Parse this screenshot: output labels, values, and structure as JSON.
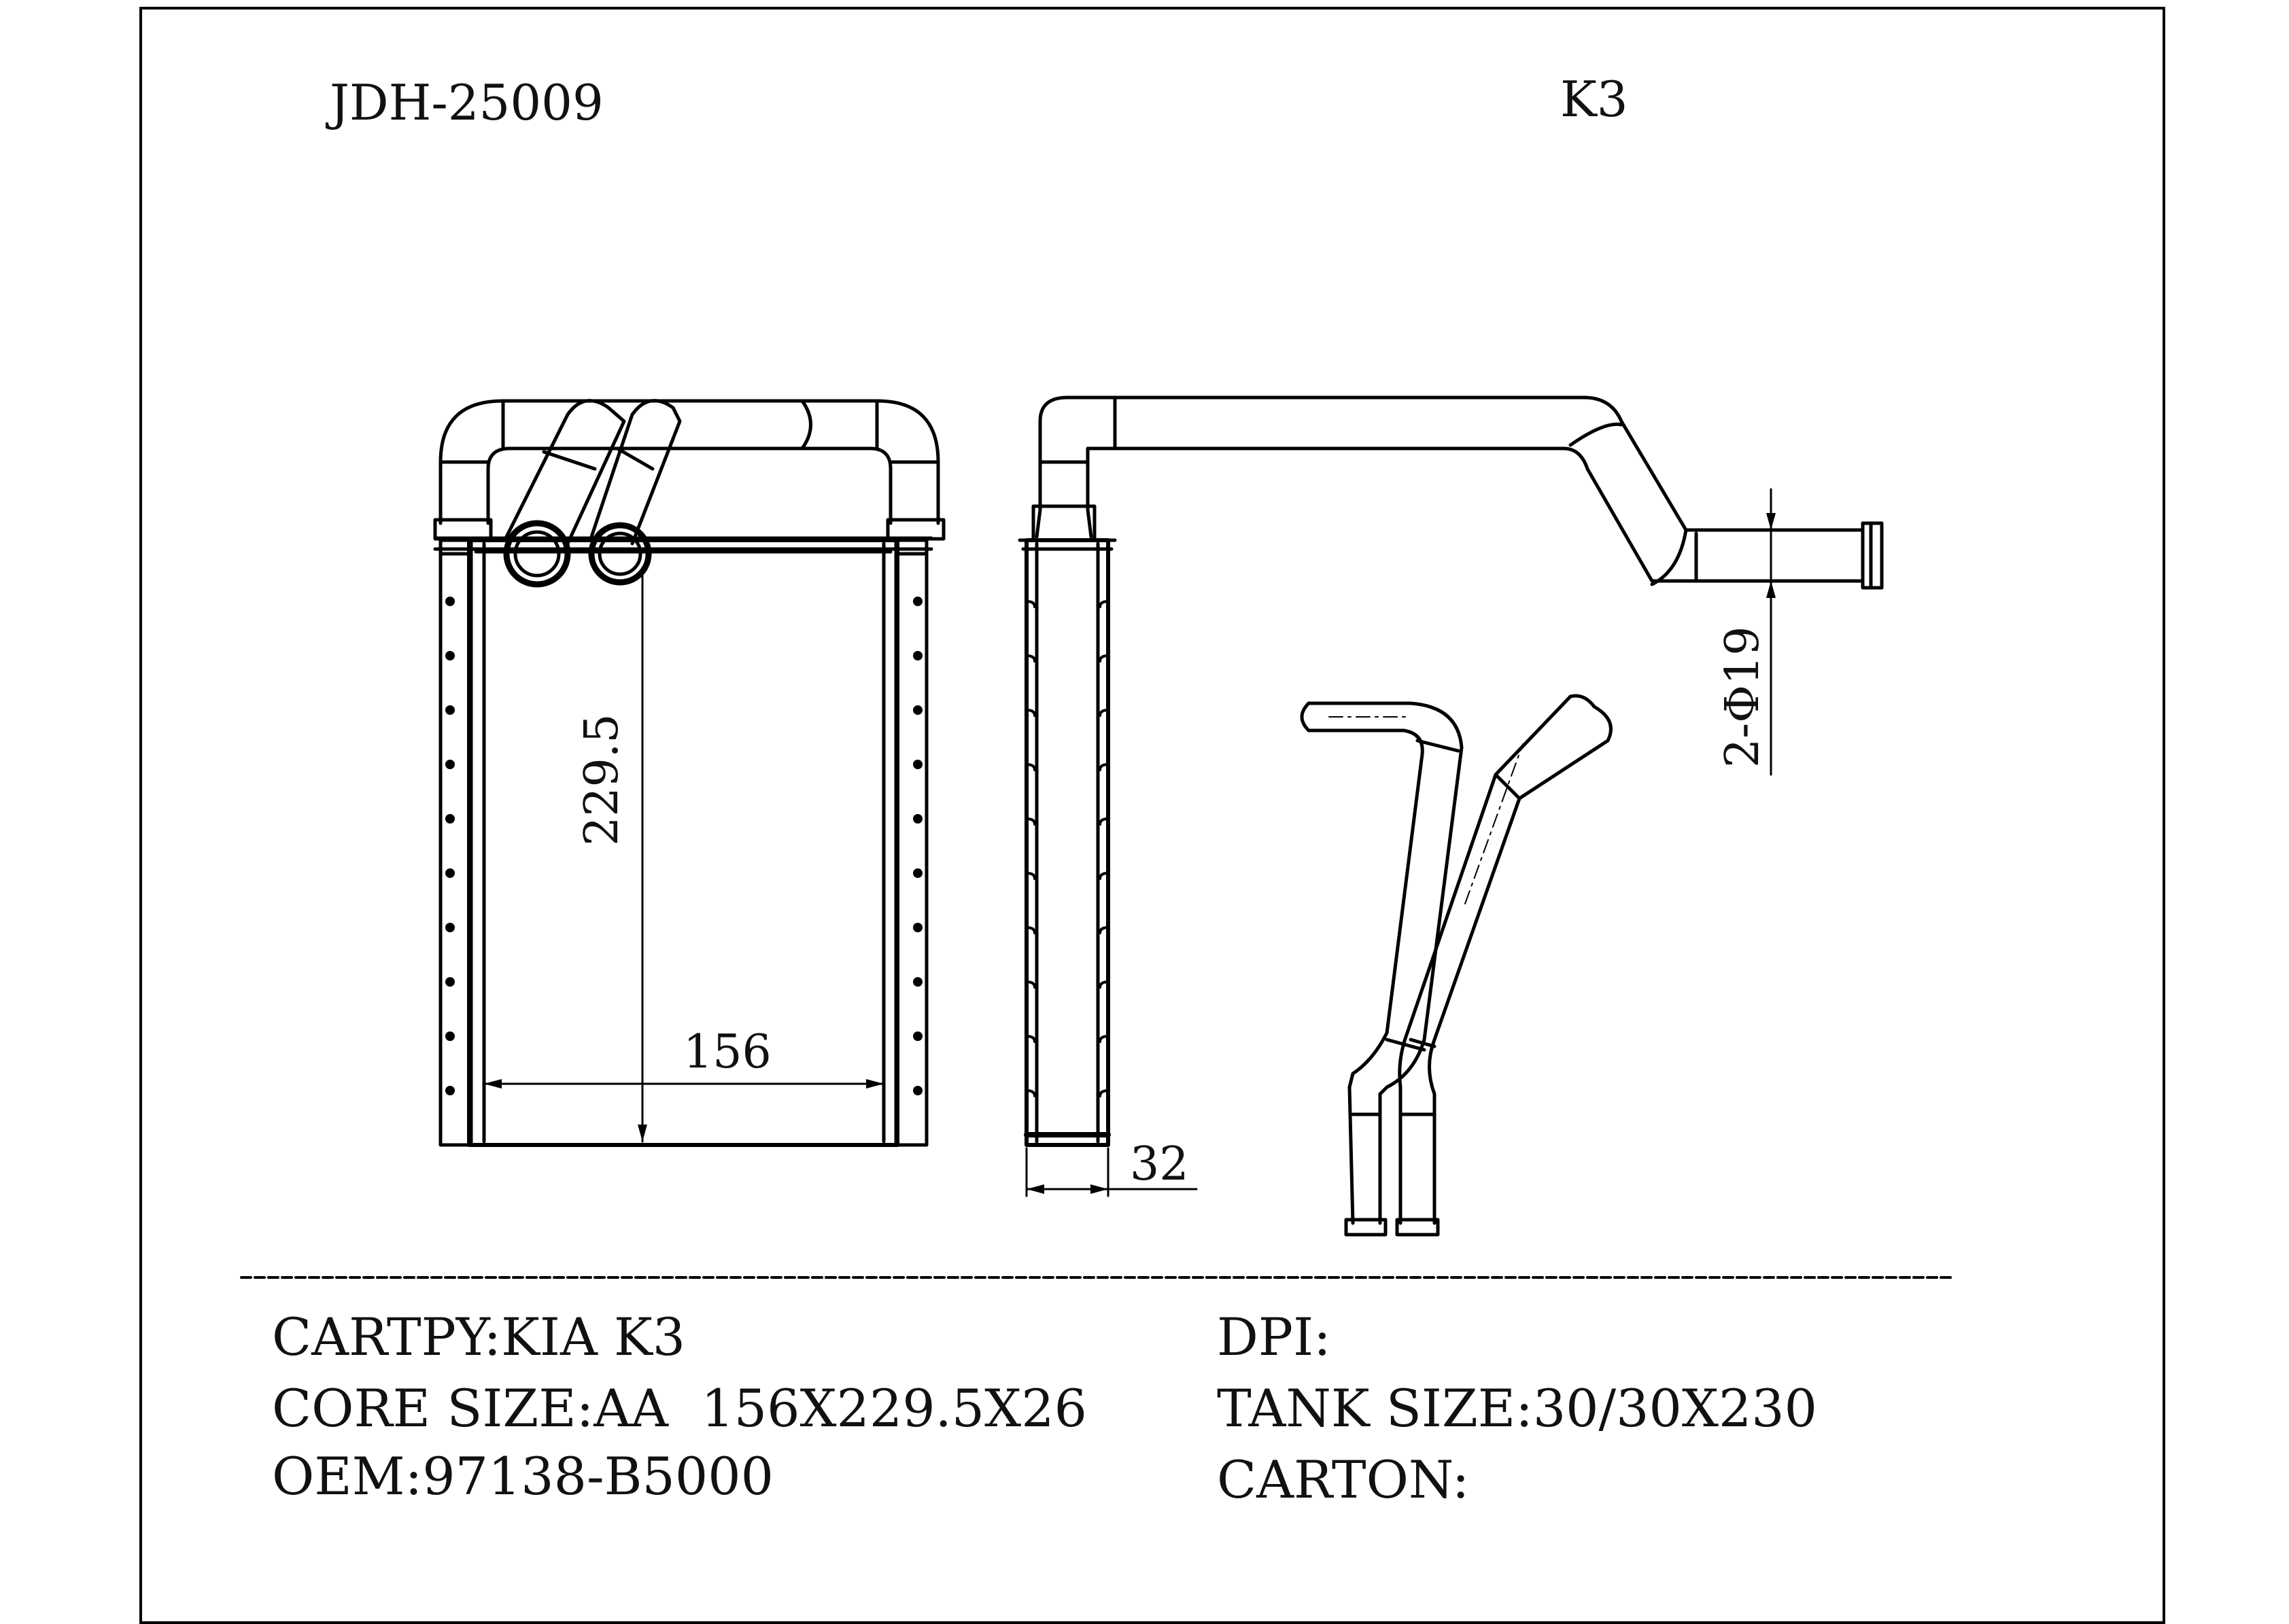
{
  "header": {
    "model_code": "JDH-25009",
    "model_name": "K3"
  },
  "dimensions": {
    "height": "229.5",
    "width": "156",
    "depth": "32",
    "pipe": "2-Φ19"
  },
  "specs": {
    "cartpy": "CARTPY:KIA K3",
    "core_size": "CORE SIZE:AA  156X229.5X26",
    "oem": "OEM:97138-B5000",
    "dpi": "DPI:",
    "tank_size": "TANK SIZE:30/30X230",
    "carton": "CARTON:"
  },
  "colors": {
    "line": "#000000",
    "background": "#ffffff"
  }
}
